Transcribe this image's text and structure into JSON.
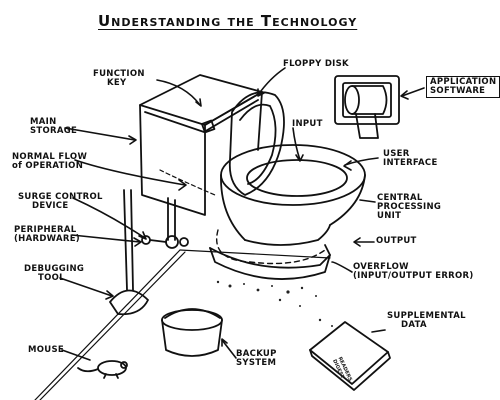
{
  "title": "Understanding the Technology",
  "labels": {
    "function_key": [
      "FUNCTION",
      "KEY"
    ],
    "floppy_disk": "FLOPPY DISK",
    "application_software": [
      "APPLICATION",
      "SOFTWARE"
    ],
    "main_storage": [
      "MAIN",
      "STORAGE"
    ],
    "input": "INPUT",
    "normal_flow": [
      "NORMAL FLOW",
      "of OPERATION"
    ],
    "user_interface": [
      "USER",
      "INTERFACE"
    ],
    "surge_control": [
      "SURGE CONTROL",
      "DEVICE"
    ],
    "cpu": [
      "CENTRAL",
      "PROCESSING",
      "UNIT"
    ],
    "peripheral": [
      "PERIPHERAL",
      "(HARDWARE)"
    ],
    "output": "OUTPUT",
    "debugging": [
      "DEBUGGING",
      "TOOL"
    ],
    "overflow": [
      "OVERFLOW",
      "(INPUT/OUTPUT ERROR)"
    ],
    "supplemental": [
      "SUPPLEMENTAL",
      "DATA"
    ],
    "mouse": "MOUSE",
    "backup": [
      "BACKUP",
      "SYSTEM"
    ],
    "digest": [
      "READERS",
      "DIGEST"
    ]
  }
}
